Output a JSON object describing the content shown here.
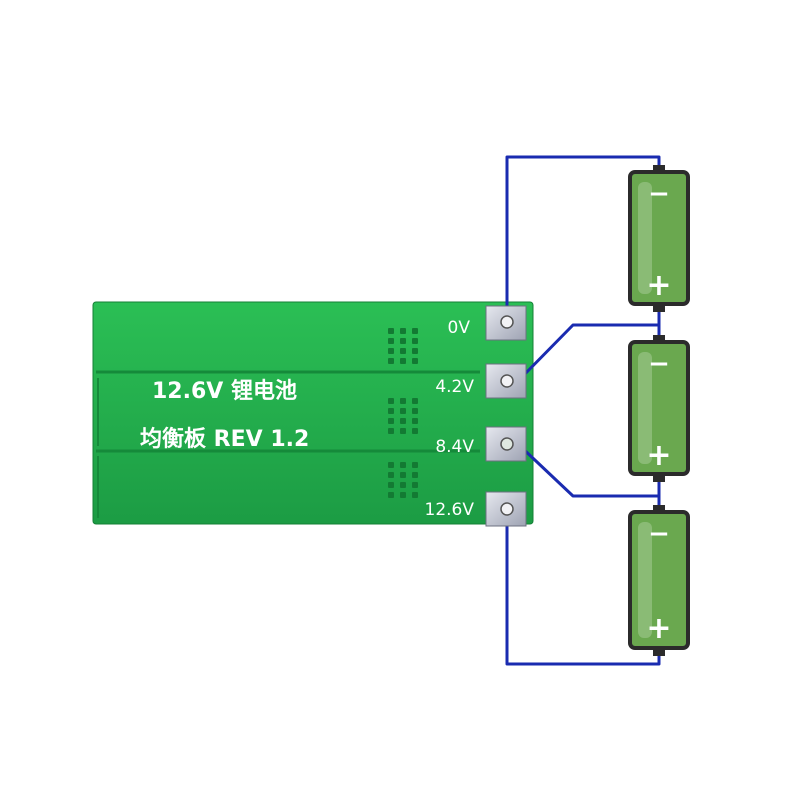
{
  "board": {
    "title_line1": "12.6V 锂电池",
    "title_line2": "均衡板 REV 1.2",
    "pads": [
      {
        "label": "0V"
      },
      {
        "label": "4.2V"
      },
      {
        "label": "8.4V"
      },
      {
        "label": "12.6V"
      }
    ]
  },
  "batteries": [
    {
      "minus": "−",
      "plus": "+"
    },
    {
      "minus": "−",
      "plus": "+"
    },
    {
      "minus": "−",
      "plus": "+"
    }
  ],
  "colors": {
    "pcb": "#1fa84a",
    "pcb_dark": "#17883a",
    "wire": "#1a2bb0",
    "battery_fill": "#6aa84f",
    "battery_outline": "#2b2b2b",
    "pad": "#c9ccd6"
  }
}
